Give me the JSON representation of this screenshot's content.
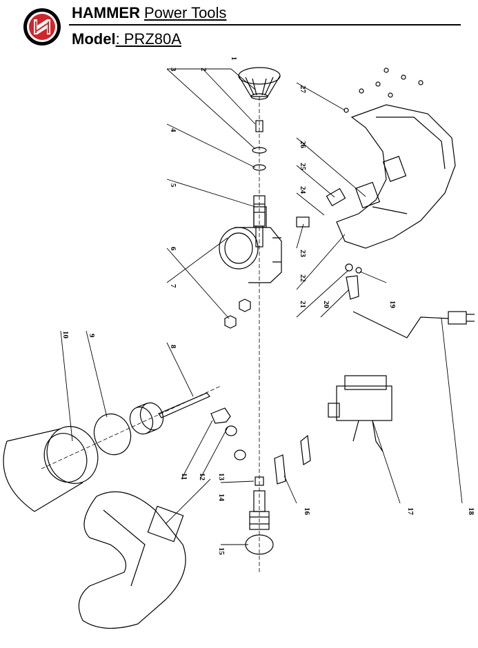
{
  "header": {
    "brand_bold": "HAMMER",
    "brand_rest": "Power Tools",
    "model_label": "Model",
    "model_value": ": PRZ80A"
  },
  "colors": {
    "logo_red": "#d0262b",
    "ink": "#000000"
  },
  "part_numbers": [
    "1",
    "2",
    "3",
    "4",
    "5",
    "6",
    "7",
    "8",
    "9",
    "10",
    "11",
    "12",
    "13",
    "14",
    "15",
    "16",
    "17",
    "18",
    "19",
    "20",
    "21",
    "22",
    "23",
    "24",
    "25",
    "26",
    "27"
  ]
}
